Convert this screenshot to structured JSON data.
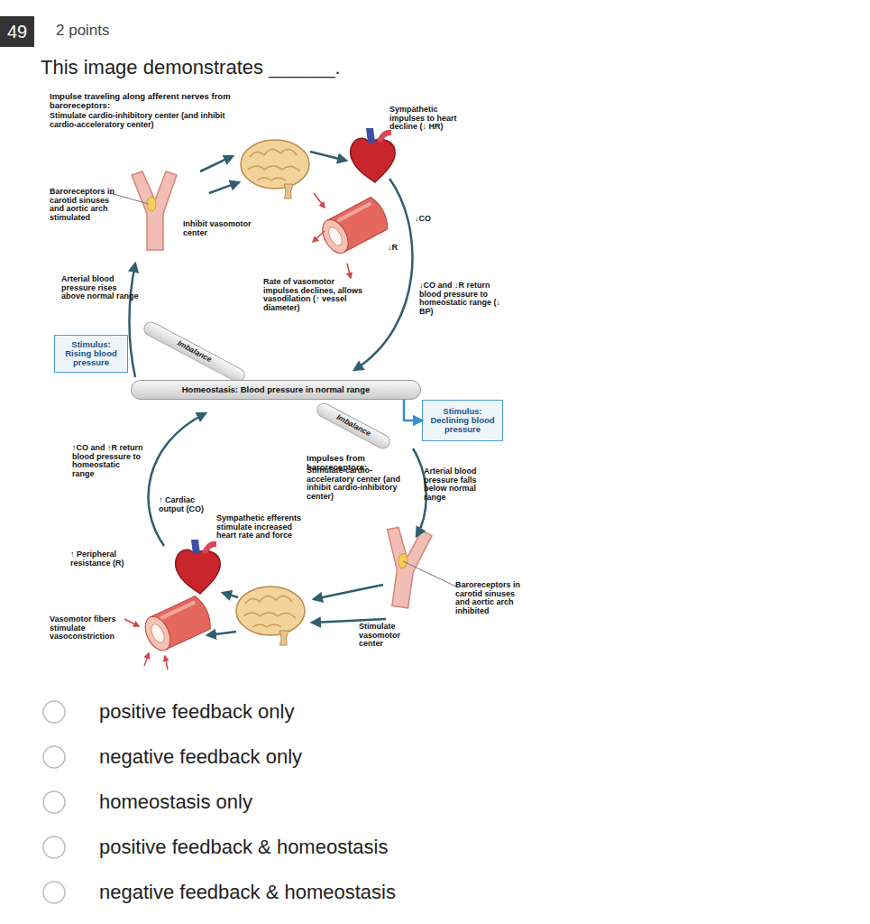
{
  "diagram": {
    "title": "This image demonstrates ______.",
    "nodes": [
      {
        "text": [
          "Stimulus: Rising blood pressure"
        ]
      },
      {
        "text": [
          "Imbalance"
        ]
      },
      {
        "text": [
          "Homeostasis: Blood pressure in normal range"
        ]
      },
      {
        "text": [
          "Imbalance"
        ]
      },
      {
        "text": [
          "Stimulus: Declining blood pressure"
        ]
      }
    ],
    "edges": [
      {
        "from": 2,
        "to": 4,
        "arrow": "to"
      }
    ],
    "labels": [
      "49",
      "2 points",
      "Impulse traveling along afferent nerves from baroreceptors:",
      "Stimulate cardio-inhibitory center (and inhibit cardio-acceleratory center)",
      "Sympathetic impulses to heart decline (↓ HR)",
      "Baroreceptors in carotid sinuses and aortic arch stimulated",
      "Inhibit vasomotor center",
      "↓CO",
      "↓R",
      "Arterial blood pressure rises above normal range",
      "Rate of vasomotor impulses declines, allows vasodilation (↑ vessel diameter)",
      "↓CO and ↓R return blood pressure to homeostatic range (↓ BP)",
      "↑CO and ↑R return blood pressure to homeostatic range",
      "Impulses from baroreceptors:",
      "Stimulate cardio-acceleratory center (and inhibit cardio-inhibitory center)",
      "Arterial blood pressure falls below normal range",
      "↑ Cardiac output (CO)",
      "Sympathetic efferents stimulate increased heart rate and force",
      "↑ Peripheral resistance (R)",
      "Baroreceptors in carotid sinuses and aortic arch inhibited",
      "Vasomotor fibers stimulate vasoconstriction",
      "Stimulate vasomotor center",
      "positive feedback only",
      "negative feedback only",
      "homeostasis only",
      "positive feedback & homeostasis",
      "negative feedback & homeostasis"
    ]
  }
}
